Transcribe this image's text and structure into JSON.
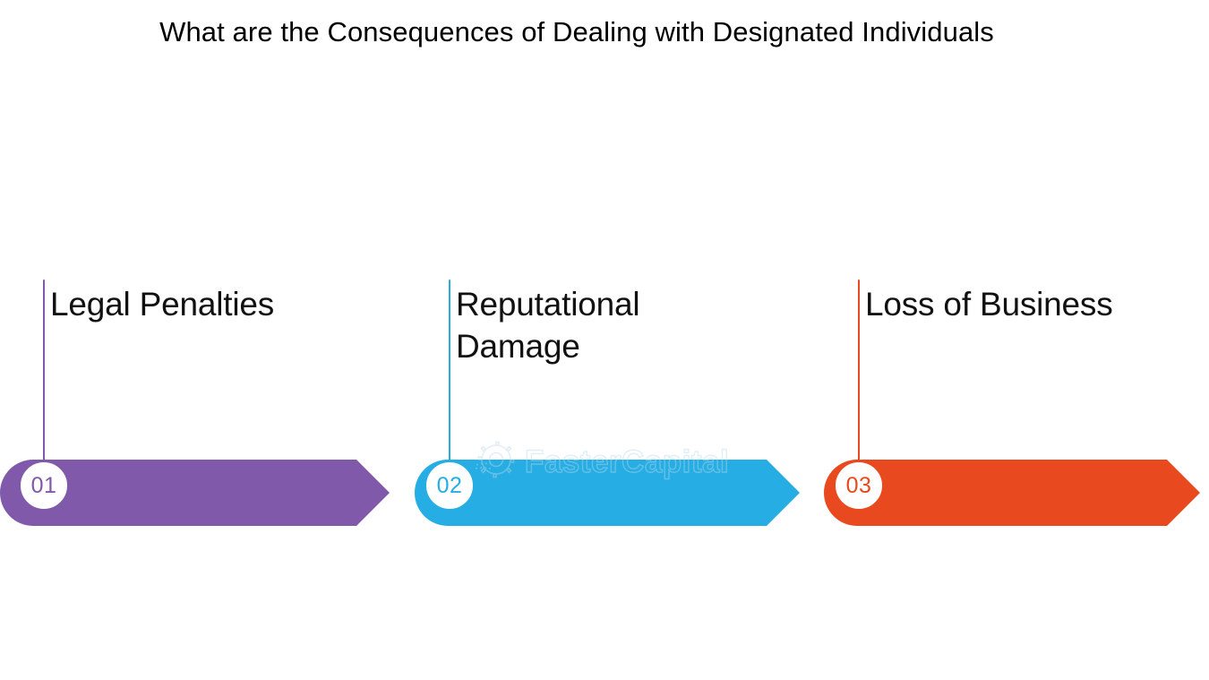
{
  "title": "What are the Consequences of Dealing with Designated Individuals",
  "background_color": "#ffffff",
  "title_color": "#000000",
  "watermark": {
    "text": "FasterCapital",
    "icon": "gear-icon",
    "color": "#b9d9ea"
  },
  "steps": [
    {
      "number": "01",
      "label": "Legal Penalties",
      "color": "#8159AB",
      "stem_color": "#8159AB",
      "badge_text_color": "#8159AB"
    },
    {
      "number": "02",
      "label": "Reputational\nDamage",
      "color": "#26ADE4",
      "stem_color": "#26ADE4",
      "badge_text_color": "#26ADE4"
    },
    {
      "number": "03",
      "label": "Loss of Business",
      "color": "#E8491E",
      "stem_color": "#E8491E",
      "badge_text_color": "#E8491E"
    }
  ]
}
